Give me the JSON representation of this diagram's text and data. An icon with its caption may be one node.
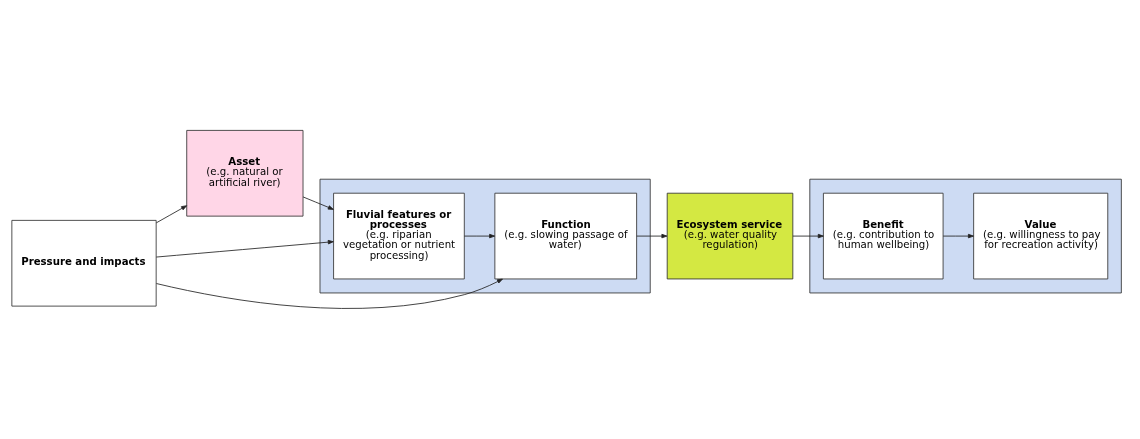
{
  "diagram": {
    "nodes": [
      {
        "text": [
          "Asset",
          "(e.g. natural or artificial river)"
        ]
      },
      {
        "text": [],
        "shape": "box"
      },
      {
        "text": [
          "Fluvial features or processes",
          "(e.g. riparian vegetation or nutrient processing)"
        ],
        "in": 1
      },
      {
        "text": [
          "Function",
          "(e.g. slowing passage of water)"
        ],
        "in": 1
      },
      {
        "text": [
          "Ecosystem service",
          "(e.g. water quality regulation)"
        ]
      },
      {
        "text": [],
        "shape": "box"
      },
      {
        "text": [
          "Benefit",
          "(e.g. contribution to human wellbeing)"
        ],
        "in": 5
      },
      {
        "text": [
          "Value",
          "(e.g. willingness to pay for recreation activity)"
        ],
        "in": 5
      },
      {
        "text": [
          "Pressure and impacts"
        ]
      }
    ],
    "edges": [
      {
        "from": 0,
        "to": 2,
        "arrow": "to"
      },
      {
        "from": 2,
        "to": 3,
        "arrow": "to"
      },
      {
        "from": 3,
        "to": 4,
        "arrow": "to"
      },
      {
        "from": 4,
        "to": 6,
        "arrow": "to"
      },
      {
        "from": 6,
        "to": 7,
        "arrow": "to"
      },
      {
        "from": 8,
        "to": 0,
        "arrow": "to"
      },
      {
        "from": 8,
        "to": 2,
        "arrow": "to"
      },
      {
        "from": 8,
        "to": 3,
        "arrow": "to"
      }
    ]
  }
}
